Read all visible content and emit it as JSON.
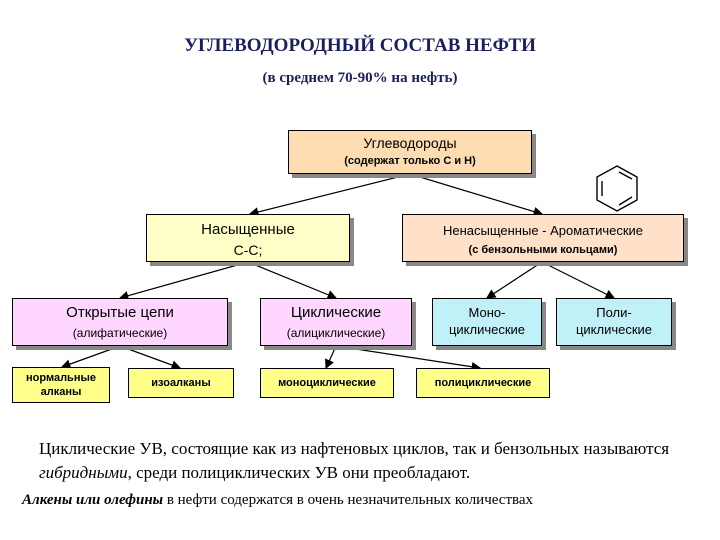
{
  "title": "УГЛЕВОДОРОДНЫЙ СОСТАВ НЕФТИ",
  "subtitle": "(в среднем 70-90% на нефть)",
  "root": {
    "label": "Углеводороды",
    "sub": "(содержат только С и Н)"
  },
  "saturated": {
    "label": "Насыщенные",
    "sub": "С-С;"
  },
  "unsaturated": {
    "label": "Ненасыщенные - Ароматические",
    "sub": "(с бензольными кольцами)"
  },
  "open_chains": {
    "label": "Открытые цепи",
    "sub": "(алифатические)"
  },
  "cyclic": {
    "label": "Циклические",
    "sub": "(алициклические)"
  },
  "mono": {
    "l1": "Моно-",
    "l2": "циклические"
  },
  "poly": {
    "l1": "Поли-",
    "l2": "циклические"
  },
  "leaves": {
    "normal_l1": "нормальные",
    "normal_l2": "алканы",
    "iso": "изоалканы",
    "monocyclic": "моноциклические",
    "polycyclic": "полициклические"
  },
  "para1": {
    "part1": "Циклические УВ, состоящие как из нафтеновых циклов, так и бензольных называются ",
    "italic": "гибридными",
    "part2": ", среди полициклических УВ они преобладают."
  },
  "para2": {
    "italic": "Алкены или олефины",
    "rest": " в нефти содержатся в очень незначительных количествах"
  },
  "icon": "benzene-ring-icon"
}
